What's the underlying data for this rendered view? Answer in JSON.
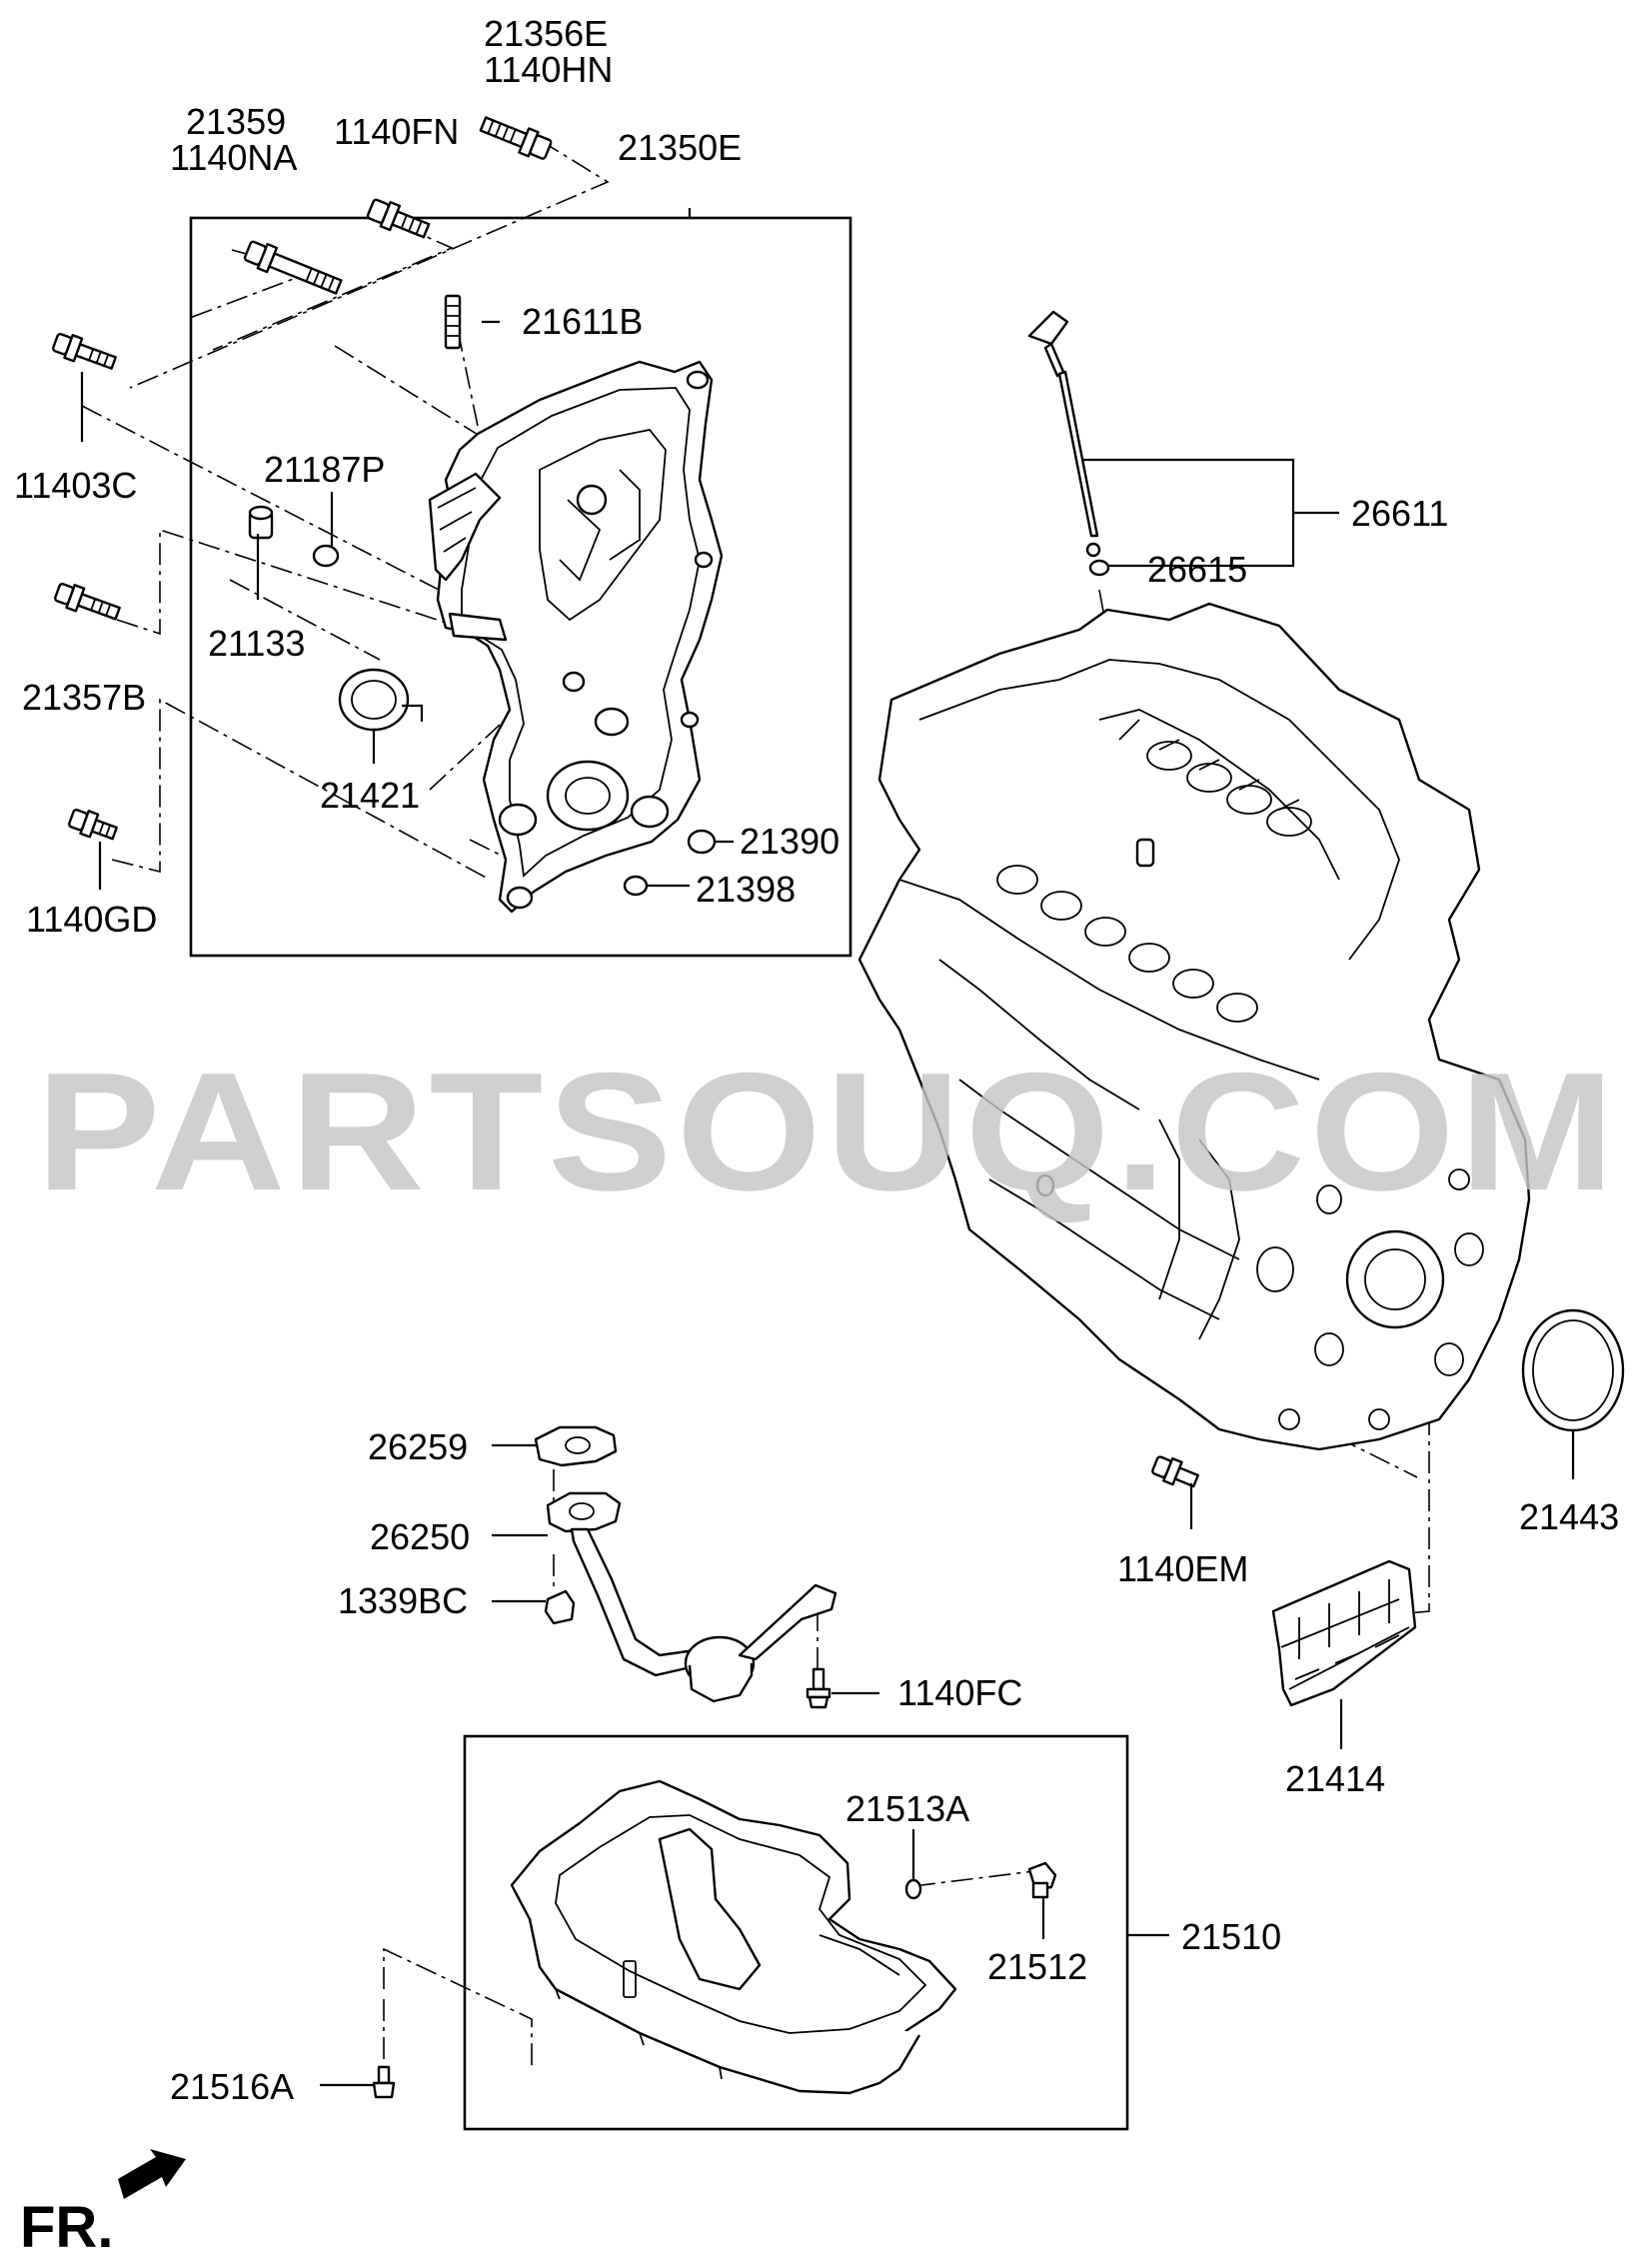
{
  "watermark": "PARTSOUQ.COM",
  "direction_marker": "FR.",
  "labels": {
    "p21356E": "21356E",
    "p1140HN": "1140HN",
    "p21359": "21359",
    "p1140NA": "1140NA",
    "p1140FN": "1140FN",
    "p21350E": "21350E",
    "p21611B": "21611B",
    "p11403C": "11403C",
    "p21187P": "21187P",
    "p21133": "21133",
    "p21357B": "21357B",
    "p21421": "21421",
    "p21390": "21390",
    "p21398": "21398",
    "p1140GD": "1140GD",
    "p26611": "26611",
    "p26615": "26615",
    "p26259": "26259",
    "p26250": "26250",
    "p1339BC": "1339BC",
    "p1140FC": "1140FC",
    "p1140EM": "1140EM",
    "p21443": "21443",
    "p21414": "21414",
    "p21513A": "21513A",
    "p21510": "21510",
    "p21512": "21512",
    "p21516A": "21516A"
  }
}
